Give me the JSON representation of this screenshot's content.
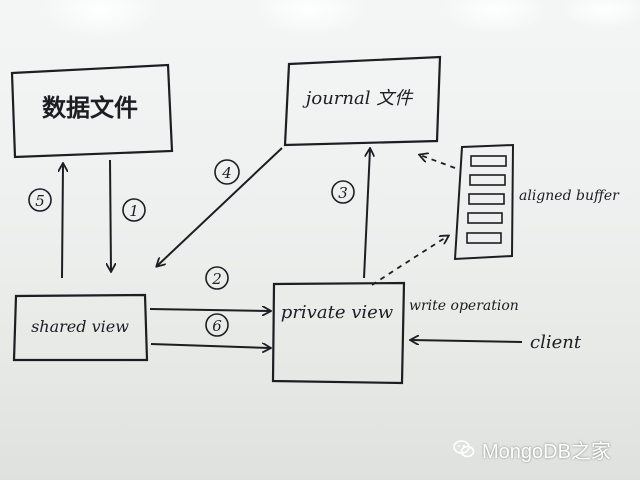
{
  "whiteboard": {
    "boxes": {
      "data_file": "数据文件",
      "journal_file": "journal 文件",
      "shared_view": "shared view",
      "private_view": "private view"
    },
    "labels": {
      "aligned_buffer": "aligned buffer",
      "write_operation": "write operation",
      "client": "client"
    },
    "steps": {
      "s1": "1",
      "s2": "2",
      "s3": "3",
      "s4": "4",
      "s5": "5",
      "s6": "6"
    }
  },
  "watermark": {
    "text": "MongoDB之家",
    "icon": "wechat-icon"
  }
}
